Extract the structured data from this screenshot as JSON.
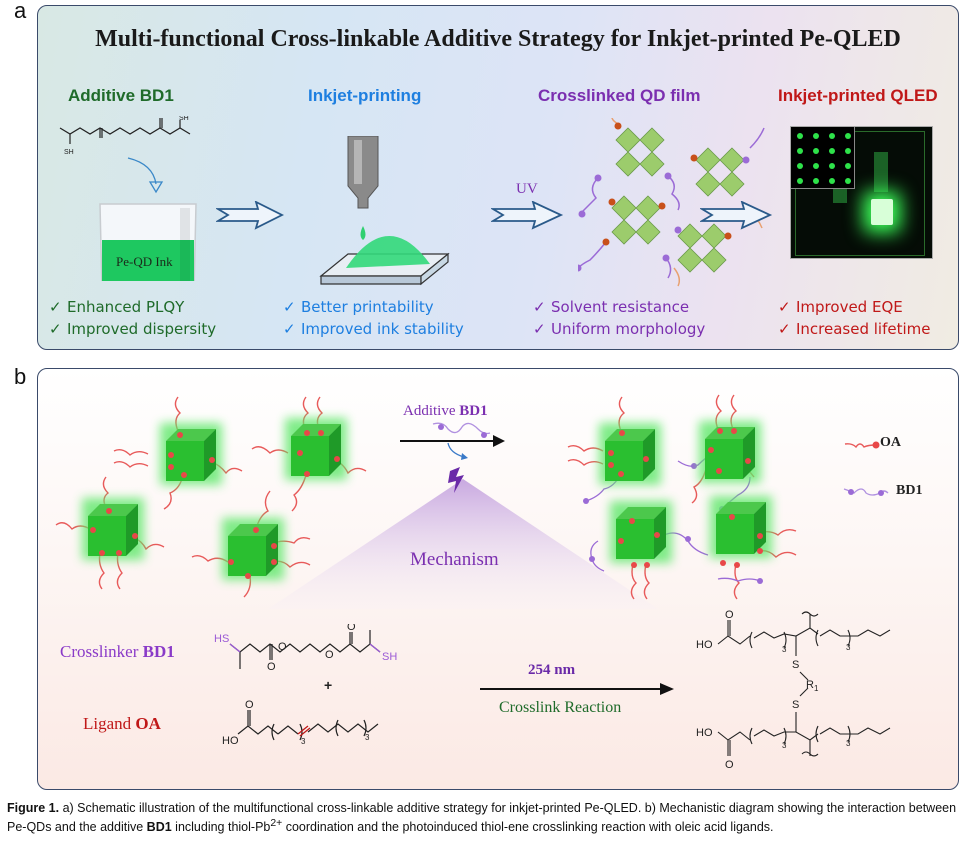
{
  "panel_a": {
    "letter": "a",
    "title": "Multi-functional Cross-linkable Additive Strategy for Inkjet-printed Pe-QLED",
    "steps": [
      {
        "title": "Additive BD1",
        "color": "#1f6b2a",
        "bullets": [
          "Enhanced PLQY",
          "Improved dispersity"
        ]
      },
      {
        "title": "Inkjet-printing",
        "color": "#1e7fe0",
        "bullets": [
          "Better printability",
          "Improved ink stability"
        ]
      },
      {
        "title": "Crosslinked QD film",
        "color": "#7b2fb0",
        "bullets": [
          "Solvent resistance",
          "Uniform morphology"
        ]
      },
      {
        "title": "Inkjet-printed QLED",
        "color": "#c01818",
        "bullets": [
          "Improved EQE",
          "Increased lifetime"
        ]
      }
    ],
    "check_glyph": "✓",
    "beaker_label": "Pe-QD Ink",
    "uv_label": "UV",
    "molecule_labels": {
      "sh": "SH",
      "o": "O"
    }
  },
  "panel_b": {
    "letter": "b",
    "additive_label_prefix": "Additive ",
    "additive_label_bold": "BD1",
    "mechanism_label": "Mechanism",
    "legend": [
      {
        "label": "OA",
        "color": "#e84848"
      },
      {
        "label": "BD1",
        "color": "#9b6bd6"
      }
    ],
    "crosslinker_label_prefix": "Crosslinker ",
    "crosslinker_label_bold": "BD1",
    "ligand_label_prefix": "Ligand ",
    "ligand_label_bold": "OA",
    "plus": "+",
    "wavelength": "254 nm",
    "reaction_label": "Crosslink Reaction",
    "chem": {
      "hs": "HS",
      "sh": "SH",
      "o": "O",
      "ho": "HO",
      "s": "S",
      "r1": "R",
      "r1_sub": "1",
      "sub3": "3"
    }
  },
  "caption": {
    "figure_label": "Figure 1.",
    "text_1": " a) Schematic illustration of the multifunctional cross-linkable additive strategy for inkjet-printed Pe-QLED. b) Mechanistic diagram showing the interaction between Pe-QDs and the additive ",
    "bold_1": "BD1",
    "text_2": " including thiol-Pb",
    "superscript": "2+",
    "text_3": " coordination and the photoinduced thiol-ene crosslinking reaction with oleic acid ligands."
  }
}
